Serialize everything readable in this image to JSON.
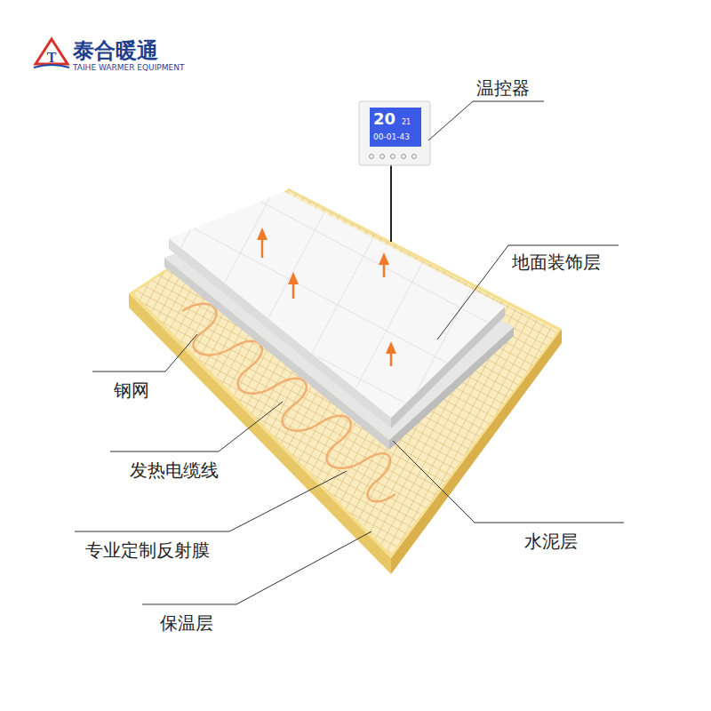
{
  "diagram": {
    "labels": [
      "泰合暖通",
      "TAIHE WARMER EQUIPMENT",
      "20",
      "21",
      "00-01-43",
      "温控器",
      "地面装饰层",
      "钢网",
      "发热电缆线",
      "专业定制反射膜",
      "水泥层",
      "保温层"
    ]
  }
}
